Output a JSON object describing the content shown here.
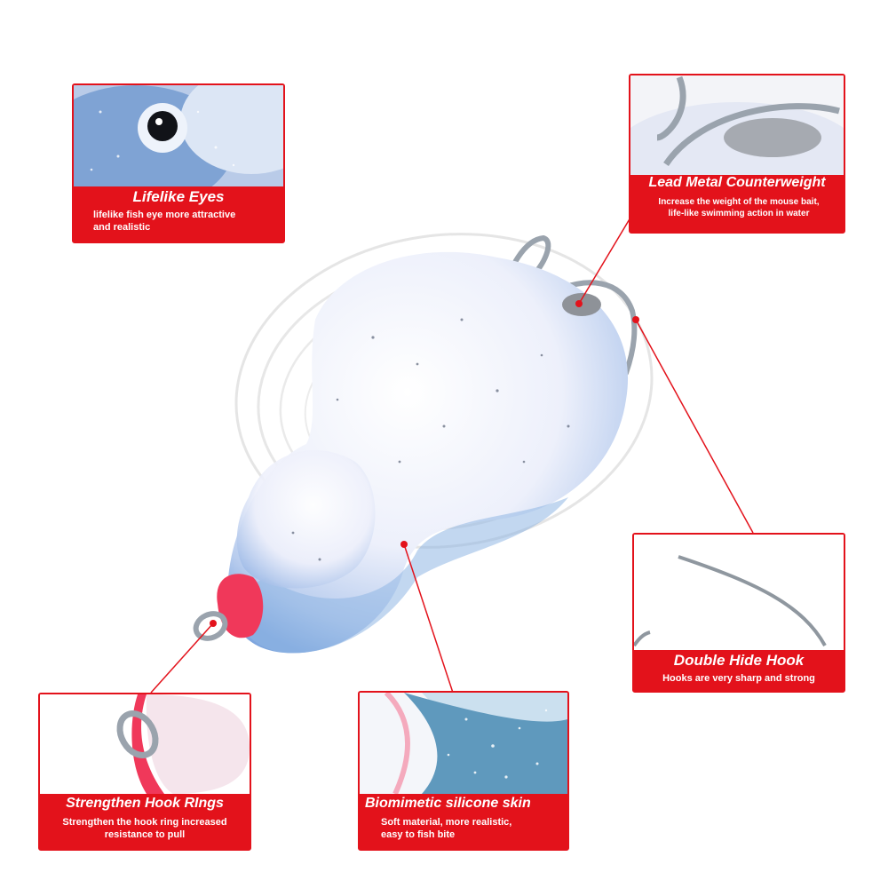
{
  "features": [
    {
      "title": "Lifelike  Eyes",
      "desc_lines": [
        "lifelike fish eye more attractive",
        "and realistic"
      ],
      "icon": "fish-eye-closeup"
    },
    {
      "title": "Lead Metal Counterweight",
      "desc_lines": [
        "Increase the weight of the mouse bait,",
        "life-like swimming action in water"
      ],
      "icon": "hook-and-weight-closeup"
    },
    {
      "title": "Double Hide Hook",
      "desc_lines": [
        "Hooks are very sharp and strong"
      ],
      "icon": "hook-point-closeup"
    },
    {
      "title": "Biomimetic silicone skin",
      "desc_lines": [
        "Soft material, more realistic,",
        "easy to fish bite"
      ],
      "icon": "silicone-skin-closeup"
    },
    {
      "title": "Strengthen Hook RIngs",
      "desc_lines": [
        "Strengthen the hook ring increased",
        "resistance to pull"
      ],
      "icon": "hook-ring-closeup"
    }
  ],
  "colors": {
    "accent": "#e3121b",
    "callout_line": "#e3121b",
    "lure_body": "#eef1fb",
    "lure_belly": "#8fb6e3",
    "lure_nose": "#f0385a"
  }
}
